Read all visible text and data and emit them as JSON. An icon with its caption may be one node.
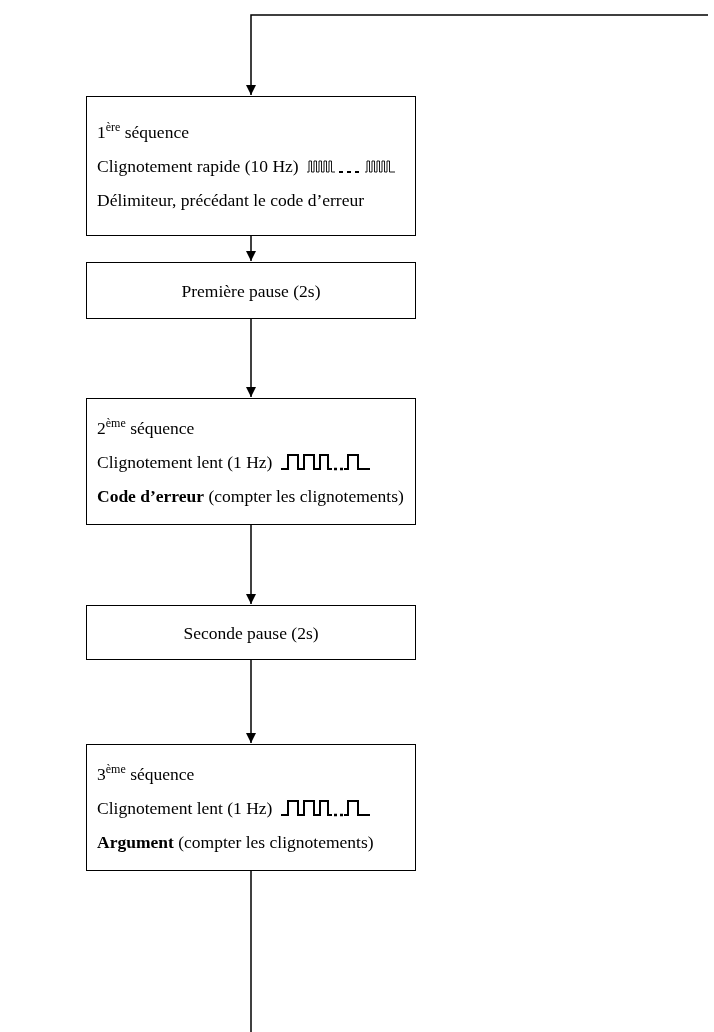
{
  "diagram": {
    "nodes": [
      {
        "text": [
          "1$^{ère}$ séquence",
          "Clignotement rapide (10 Hz)",
          "Délimiteur, précédant le code d’erreur"
        ]
      },
      {
        "text": [
          "Première pause (2s)"
        ]
      },
      {
        "text": [
          "2$^{ème}$ séquence",
          "Clignotement lent (1 Hz)",
          "**Code d’erreur** (compter les clignotements)"
        ]
      },
      {
        "text": [
          "Seconde pause (2s)"
        ]
      },
      {
        "text": [
          "3$^{ème}$ séquence",
          "Clignotement lent (1 Hz)",
          "**Argument** (compter les clignotements)"
        ]
      }
    ],
    "edges": [
      {
        "from": null,
        "to": 0,
        "arrow": "to"
      },
      {
        "from": 0,
        "to": 1,
        "arrow": "to"
      },
      {
        "from": 1,
        "to": 2,
        "arrow": "to"
      },
      {
        "from": 2,
        "to": 3,
        "arrow": "to"
      },
      {
        "from": 3,
        "to": 4,
        "arrow": "to"
      },
      {
        "from": 4,
        "to": null,
        "arrow": "none"
      }
    ]
  }
}
